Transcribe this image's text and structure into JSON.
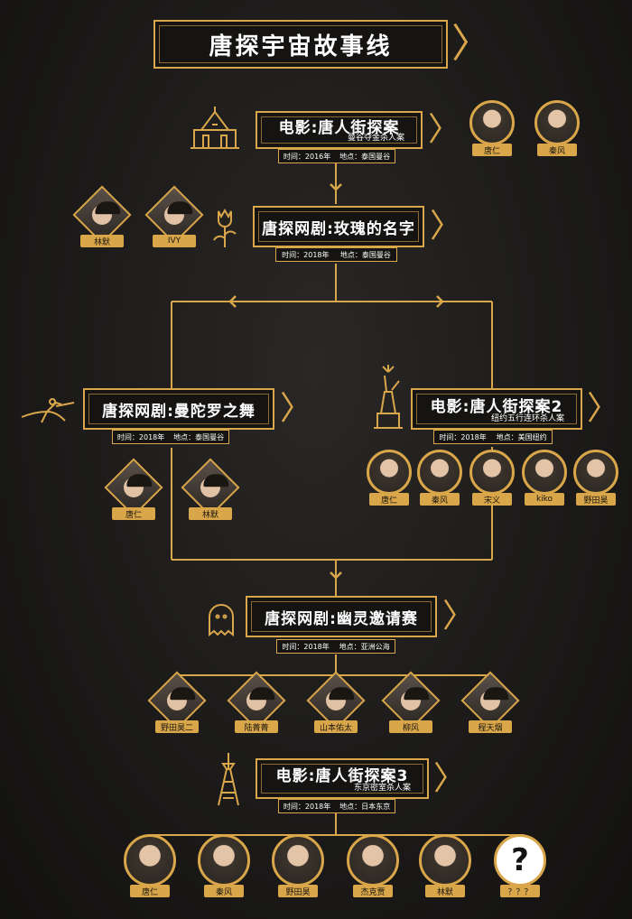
{
  "title": "唐探宇宙故事线",
  "colors": {
    "gold": "#d9a64a",
    "background": "#1c1b1a",
    "text": "#ffffff"
  },
  "info_time_prefix": "时间：",
  "info_place_prefix": "地点：",
  "nodes": [
    {
      "type": "电影",
      "name": "唐人街探案",
      "subtitle": "曼谷夺金杀人案",
      "year": "2016年",
      "place": "泰国曼谷",
      "icon": "temple-icon"
    },
    {
      "type": "唐探网剧",
      "name": "玫瑰的名字",
      "year": "2018年",
      "place": "泰国曼谷",
      "icon": "rose-icon"
    },
    {
      "type": "唐探网剧",
      "name": "曼陀罗之舞",
      "year": "2018年",
      "place": "泰国曼谷",
      "icon": "dancer-icon"
    },
    {
      "type": "电影",
      "name": "唐人街探案2",
      "subtitle": "纽约五行连环杀人案",
      "year": "2018年",
      "place": "美国纽约",
      "icon": "statue-of-liberty-icon"
    },
    {
      "type": "唐探网剧",
      "name": "幽灵邀请赛",
      "year": "2018年",
      "place": "亚洲公海",
      "icon": "ghost-icon"
    },
    {
      "type": "电影",
      "name": "唐人街探案3",
      "subtitle": "东京密室杀人案",
      "year": "2018年",
      "place": "日本东京",
      "icon": "tokyo-tower-icon"
    }
  ],
  "casts": {
    "film1": [
      "唐仁",
      "秦风"
    ],
    "series1": [
      "林默",
      "IVY"
    ],
    "series2": [
      "唐仁",
      "林默"
    ],
    "film2": [
      "唐仁",
      "秦风",
      "宋义",
      "kiko",
      "野田昊"
    ],
    "series3": [
      "野田昊二",
      "陆菁菁",
      "山本佑太",
      "柳风",
      "程天烟"
    ],
    "film3": [
      "唐仁",
      "秦风",
      "野田昊",
      "杰克贾",
      "林默",
      "？？？"
    ]
  }
}
